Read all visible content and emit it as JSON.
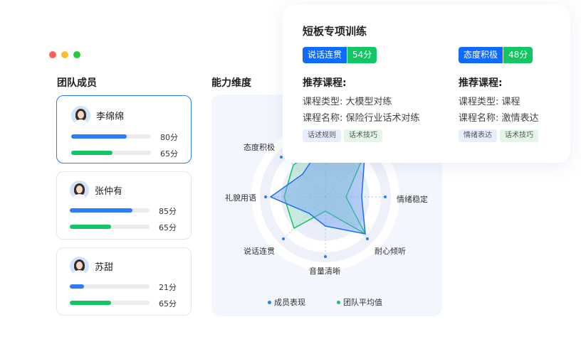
{
  "window": {
    "controls": [
      {
        "name": "close",
        "color": "#ff5f57"
      },
      {
        "name": "minimize",
        "color": "#febc2e"
      },
      {
        "name": "zoom",
        "color": "#28c840"
      }
    ]
  },
  "team": {
    "title": "团队成员",
    "members": [
      {
        "name": "李绵绵",
        "score": 80,
        "score_label": "80分",
        "team_avg": 65,
        "team_avg_label": "65分",
        "selected": true
      },
      {
        "name": "张仲有",
        "score": 85,
        "score_label": "85分",
        "team_avg": 65,
        "team_avg_label": "65分",
        "selected": false
      },
      {
        "name": "苏甜",
        "score": 21,
        "score_label": "21分",
        "team_avg": 65,
        "team_avg_label": "65分",
        "selected": false
      }
    ]
  },
  "colors": {
    "member": "#2b7cf6",
    "team": "#13c664",
    "badge_blue": "#0f6bff",
    "badge_green": "#13c664"
  },
  "radar": {
    "title": "能力维度",
    "axis_labels": [
      "态度积极",
      "情绪稳定",
      "耐心倾听",
      "音量清晰",
      "说话连贯",
      "礼貌用语"
    ],
    "legend": [
      {
        "label": "成员表现",
        "color": "#2b7cf6"
      },
      {
        "label": "团队平均值",
        "color": "#13c664"
      }
    ]
  },
  "chart_data": {
    "type": "radar",
    "title": "能力维度",
    "axes": [
      "(hidden-top)",
      "(hidden-upper-right)",
      "情绪稳定",
      "耐心倾听",
      "音量清晰",
      "说话连贯",
      "礼貌用语",
      "态度积极"
    ],
    "series": [
      {
        "name": "成员表现",
        "values": [
          95,
          92,
          60,
          90,
          49,
          38,
          92,
          54
        ]
      },
      {
        "name": "团队平均值",
        "values": [
          88,
          85,
          35,
          90,
          24,
          74,
          69,
          80
        ]
      }
    ],
    "range": [
      0,
      100
    ],
    "legend_position": "bottom"
  },
  "training": {
    "title": "短板专项训练",
    "items": [
      {
        "skill": "说话连贯",
        "score": "54分",
        "rec_title": "推荐课程:",
        "type_label": "课程类型:",
        "type_value": "大模型对练",
        "name_label": "课程名称:",
        "name_value": "保险行业话术对练",
        "tags": [
          "话述规则",
          "话术技巧"
        ]
      },
      {
        "skill": "态度积极",
        "score": "48分",
        "rec_title": "推荐课程:",
        "type_label": "课程类型:",
        "type_value": "课程",
        "name_label": "课程名称:",
        "name_value": "激情表达",
        "tags": [
          "情绪表达",
          "话术技巧"
        ]
      }
    ]
  }
}
